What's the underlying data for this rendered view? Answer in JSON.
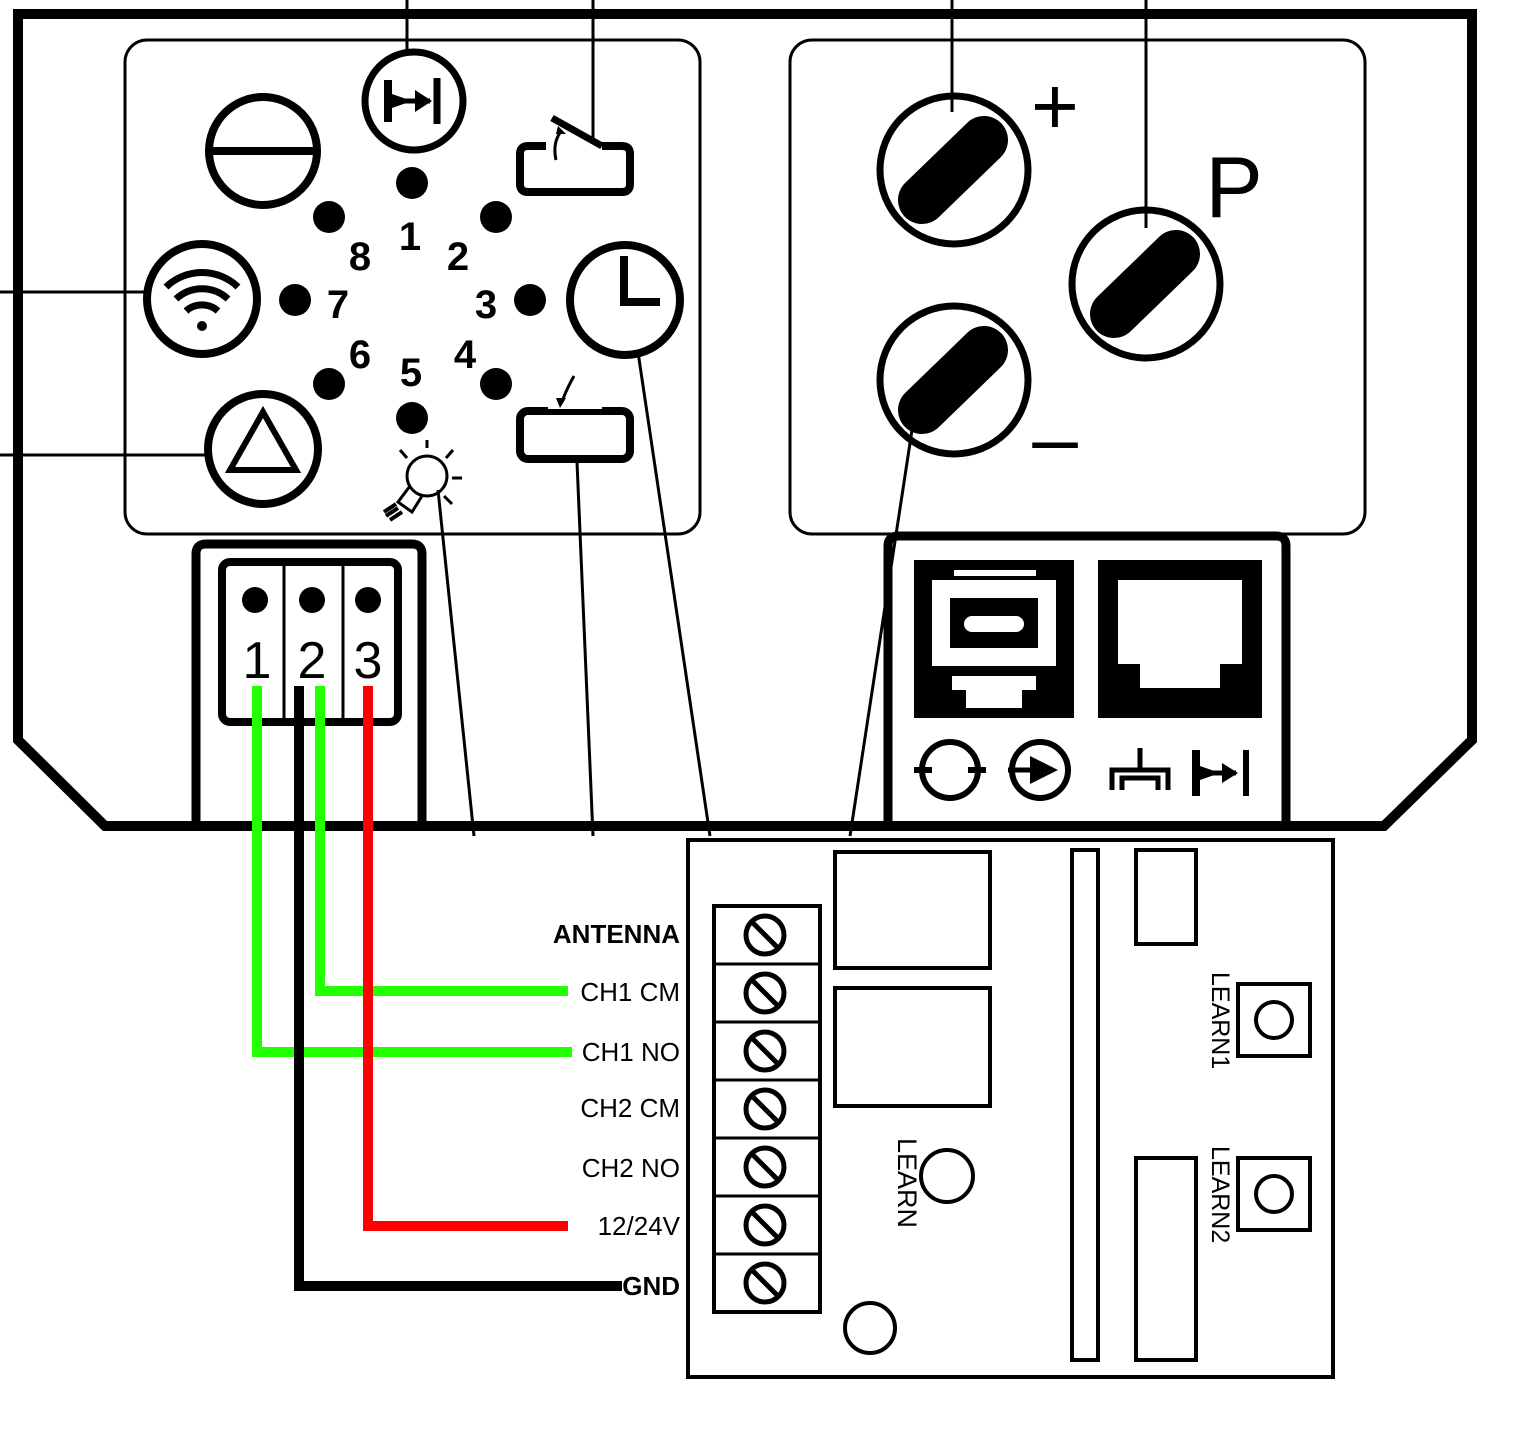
{
  "colors": {
    "outline": "#000000",
    "background": "#ffffff",
    "wire_green": "#22ff00",
    "wire_black": "#000000",
    "wire_red": "#ff0000"
  },
  "controller": {
    "dial": {
      "positions": [
        "1",
        "2",
        "3",
        "4",
        "5",
        "6",
        "7",
        "8"
      ],
      "icons": [
        "stop-circle-icon",
        "limit-stop-circle-icon",
        "open-gate-icon",
        "timer-circle-icon",
        "closed-gate-icon",
        "lightbulb-icon",
        "warning-triangle-circle-icon",
        "wifi-circle-icon"
      ]
    },
    "adjust_panel": {
      "plus_label": "+",
      "minus_label": "–",
      "program_label": "P"
    },
    "terminal_block": {
      "pins": [
        "1",
        "2",
        "3"
      ]
    },
    "port_icons": [
      "rotate-circle-icon",
      "play-circle-icon",
      "gate-icon",
      "limit-icon"
    ]
  },
  "receiver": {
    "terminals": [
      "ANTENNA",
      "CH1 CM",
      "CH1 NO",
      "CH2 CM",
      "CH2 NO",
      "12/24V",
      "GND"
    ],
    "learn_label": "LEARN",
    "learn1_label": "LEARN1",
    "learn2_label": "LEARN2"
  },
  "wiring": [
    {
      "from_pin": "1",
      "to_terminal": "CH1 NO",
      "color": "#22ff00"
    },
    {
      "from_pin": "2",
      "to_terminal": "CH1 CM",
      "color": "#22ff00"
    },
    {
      "from_pin": "2",
      "to_terminal": "GND",
      "color": "#000000"
    },
    {
      "from_pin": "3",
      "to_terminal": "12/24V",
      "color": "#ff0000"
    }
  ]
}
